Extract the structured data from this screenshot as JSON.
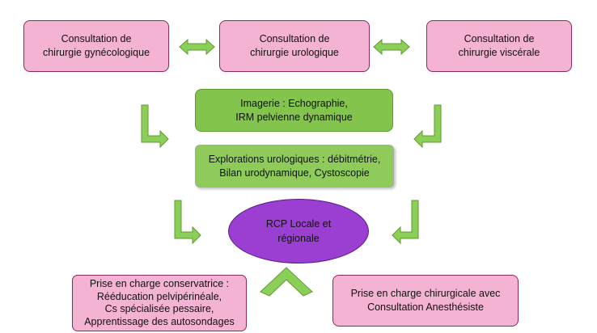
{
  "colors": {
    "pink_fill": "#f4b3d2",
    "pink_border": "#8a2a5f",
    "green_fill": "#82c44c",
    "green_light_fill": "#8ecb5a",
    "purple_fill": "#9a3fd1",
    "arrow_fill": "#8ccf58",
    "arrow_stroke": "#5f9a33"
  },
  "nodes": {
    "consult_gyneco": {
      "lines": [
        "Consultation de",
        "chirurgie gynécologique"
      ]
    },
    "consult_uro": {
      "lines": [
        "Consultation de",
        "chirurgie urologique"
      ]
    },
    "consult_visc": {
      "lines": [
        "Consultation de",
        "chirurgie viscérale"
      ]
    },
    "imagerie": {
      "lines": [
        "Imagerie : Echographie,",
        "IRM pelvienne dynamique"
      ]
    },
    "explorations": {
      "lines": [
        "Explorations urologiques : débitmétrie,",
        "Bilan urodynamique, Cystoscopie"
      ]
    },
    "rcp": {
      "lines": [
        "RCP Locale et",
        "régionale"
      ]
    },
    "conservatrice": {
      "lines": [
        "Prise en charge conservatrice :",
        "Rééducation pelvipérinéale,",
        "Cs spécialisée pessaire,",
        "Apprentissage des autosondages"
      ]
    },
    "chirurgicale": {
      "lines": [
        "Prise en charge chirurgicale avec",
        "Consultation Anesthésiste"
      ]
    }
  }
}
